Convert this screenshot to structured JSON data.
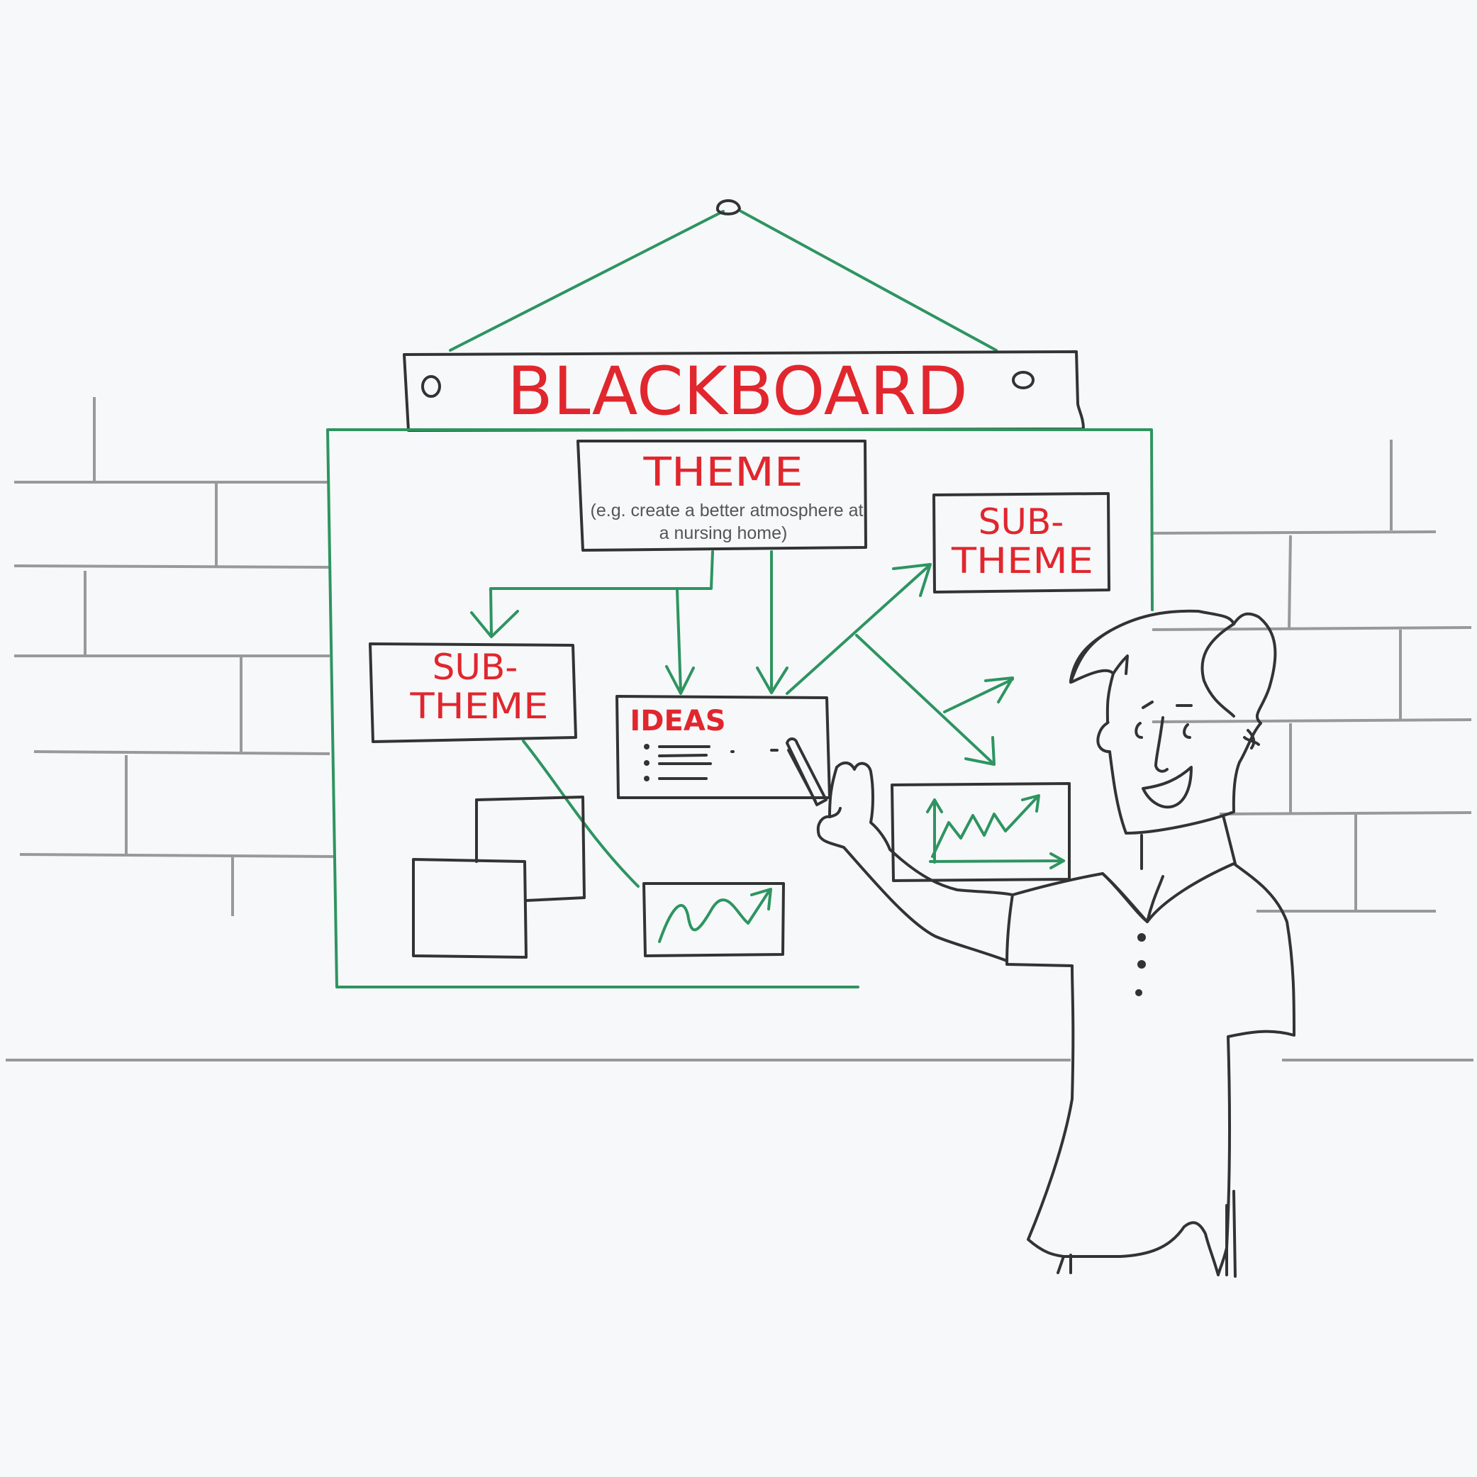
{
  "banner": {
    "title": "BLACKBOARD"
  },
  "theme": {
    "title": "THEME",
    "example_line_1": "(e.g. create a better atmosphere at",
    "example_line_2": "a nursing home)"
  },
  "subtheme_left": {
    "line_1": "SUB-",
    "line_2": "THEME"
  },
  "subtheme_right": {
    "line_1": "SUB-",
    "line_2": "THEME"
  },
  "ideas": {
    "title": "IDEAS"
  },
  "colors": {
    "text_accent": "#e1262d",
    "line_accent": "#2e9460",
    "ink": "#333333",
    "wall": "#999999",
    "background": "#f6f8fa"
  }
}
